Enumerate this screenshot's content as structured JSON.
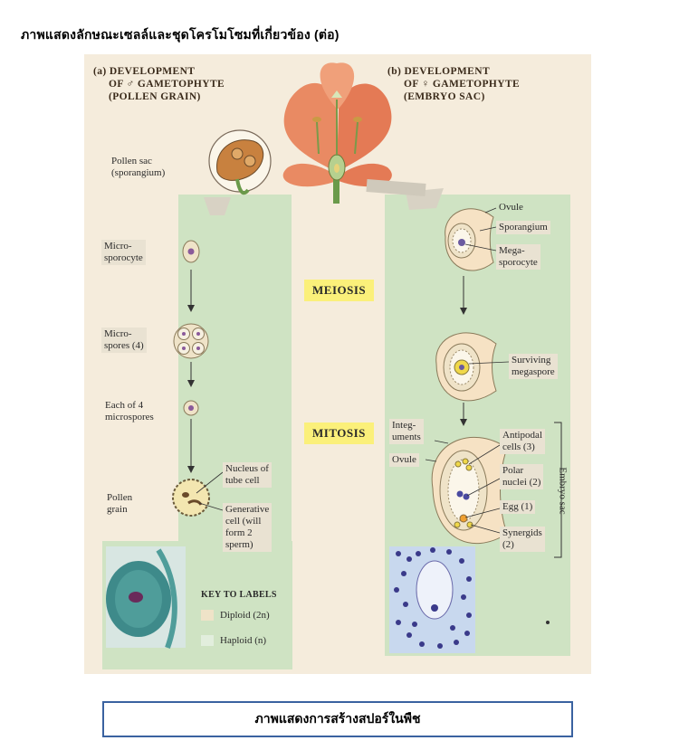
{
  "page_title": "ภาพแสดงลักษณะเซลล์และชุดโครโมโซมที่เกี่ยวข้อง (ต่อ)",
  "caption": "ภาพแสดงการสร้างสปอร์ในพืช",
  "left": {
    "heading": [
      "(a) DEVELOPMENT",
      "OF ♂ GAMETOPHYTE",
      "(POLLEN GRAIN)"
    ],
    "labels": {
      "pollen_sac": [
        "Pollen sac",
        "(sporangium)"
      ],
      "microsporocyte": [
        "Micro-",
        "sporocyte"
      ],
      "microspores": [
        "Micro-",
        "spores (4)"
      ],
      "each_of_4": [
        "Each of 4",
        "microspores"
      ],
      "pollen_grain": [
        "Pollen",
        "grain"
      ],
      "tube_nucleus": [
        "Nucleus of",
        "tube cell"
      ],
      "generative": [
        "Generative",
        "cell (will",
        "form 2",
        "sperm)"
      ]
    }
  },
  "right": {
    "heading": [
      "(b) DEVELOPMENT",
      "OF ♀ GAMETOPHYTE",
      "(EMBRYO SAC)"
    ],
    "labels": {
      "ovule_top": "Ovule",
      "sporangium": "Sporangium",
      "megasporocyte": [
        "Mega-",
        "sporocyte"
      ],
      "surviving": [
        "Surviving",
        "megaspore"
      ],
      "integuments": [
        "Integ-",
        "uments"
      ],
      "ovule_bottom": "Ovule",
      "antipodal": [
        "Antipodal",
        "cells (3)"
      ],
      "polar": [
        "Polar",
        "nuclei (2)"
      ],
      "egg": "Egg (1)",
      "synergids": [
        "Synergids",
        "(2)"
      ],
      "embryo_sac": "Embryo sac"
    }
  },
  "center": {
    "meiosis": "MEIOSIS",
    "mitosis": "MITOSIS"
  },
  "key": {
    "title": "KEY TO LABELS",
    "diploid": "Diploid (2n)",
    "haploid": "Haploid (n)"
  },
  "colors": {
    "diploid": "#efe3c8",
    "haploid": "#cfe3c3",
    "accent": "#fbf07a",
    "caption_border": "#3a62a0"
  }
}
